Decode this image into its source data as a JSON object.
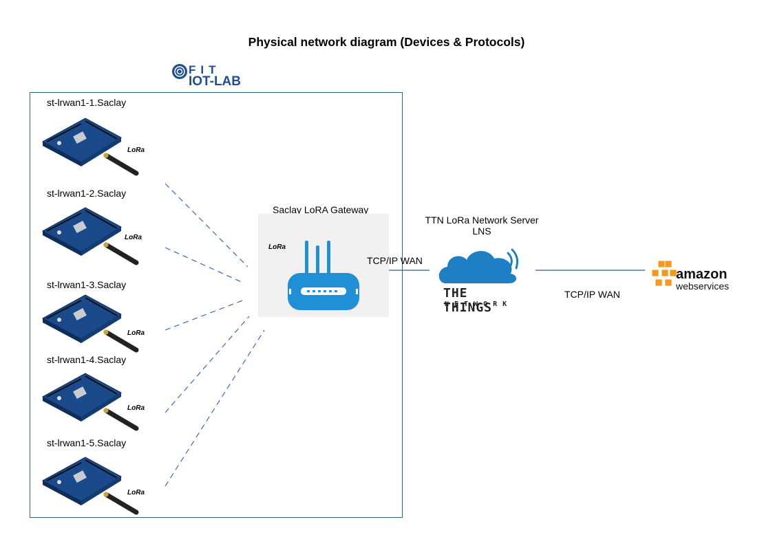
{
  "title": "Physical network diagram (Devices & Protocols)",
  "fit_logo": {
    "line1": "FIT",
    "line2": "IOT-LAB"
  },
  "lora_badge": "LoRa",
  "nodes": [
    {
      "label": "st-lrwan1-1.Saclay"
    },
    {
      "label": "st-lrwan1-2.Saclay"
    },
    {
      "label": "st-lrwan1-3.Saclay"
    },
    {
      "label": "st-lrwan1-4.Saclay"
    },
    {
      "label": "st-lrwan1-5.Saclay"
    }
  ],
  "gateway": {
    "label": "Saclay LoRA Gateway"
  },
  "lns": {
    "label_line1": "TTN LoRa Network Server",
    "label_line2": "LNS",
    "logo_line1": "THE THINGS",
    "logo_line2": "NETWORK"
  },
  "links": {
    "gateway_to_lns": "TCP/IP WAN",
    "lns_to_cloud": "TCP/IP WAN"
  },
  "cloud": {
    "logo_line1": "amazon",
    "logo_line2": "webservices"
  },
  "colors": {
    "box_border": "#2e5c8a",
    "link_dash": "#3b66b8",
    "router": "#1f8fd6",
    "cloud": "#1f7fc4",
    "aws_orange": "#f39a1e",
    "board": "#1a4a8a"
  }
}
